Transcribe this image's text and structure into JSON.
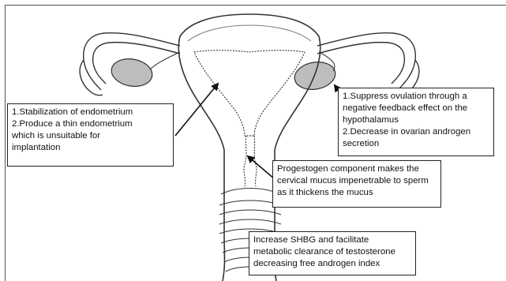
{
  "callouts": {
    "endometrium": [
      "1.Stabilization of endometrium",
      "2.Produce a thin endometrium",
      "which is unsuitable for",
      "implantation"
    ],
    "ovulation": [
      "1.Suppress ovulation through a",
      "negative feedback effect on the",
      "hypothalamus",
      "2.Decrease in ovarian androgen",
      "secretion"
    ],
    "mucus": [
      "Progestogen component makes the",
      "cervical mucus impenetrable to sperm",
      "as it thickens the mucus"
    ],
    "shbg": [
      "Increase SHBG and facilitate",
      "metabolic clearance of testosterone",
      "decreasing free androgen index"
    ]
  },
  "colors": {
    "ovary_fill": "#bdbdbd",
    "outline": "#333333",
    "background": "#ffffff"
  }
}
